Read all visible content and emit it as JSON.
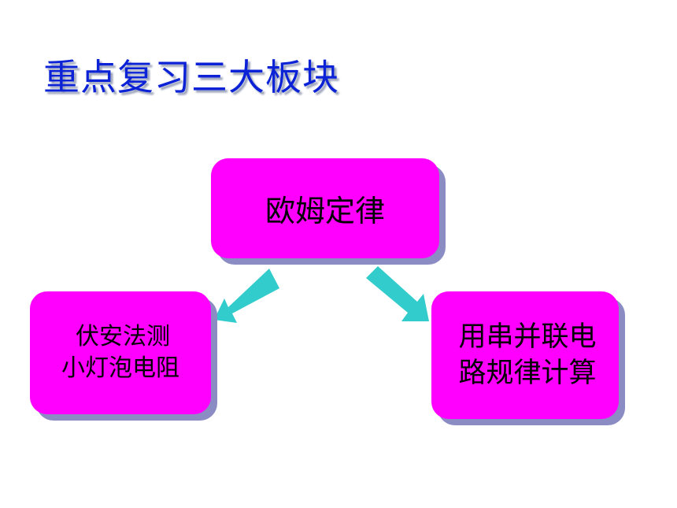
{
  "title": "重点复习三大板块",
  "colors": {
    "title": "#0b22d6",
    "box_fill": "#ff00ff",
    "box_shadow": "#8c8cc4",
    "arrow": "#33cccc"
  },
  "nodes": {
    "center": {
      "label": "欧姆定律"
    },
    "left": {
      "line1": "伏安法测",
      "line2": "小灯泡电阻"
    },
    "right": {
      "line1": "用串并联电",
      "line2": "路规律计算"
    }
  },
  "edges": [
    {
      "from": "center",
      "to": "left"
    },
    {
      "from": "center",
      "to": "right"
    }
  ]
}
